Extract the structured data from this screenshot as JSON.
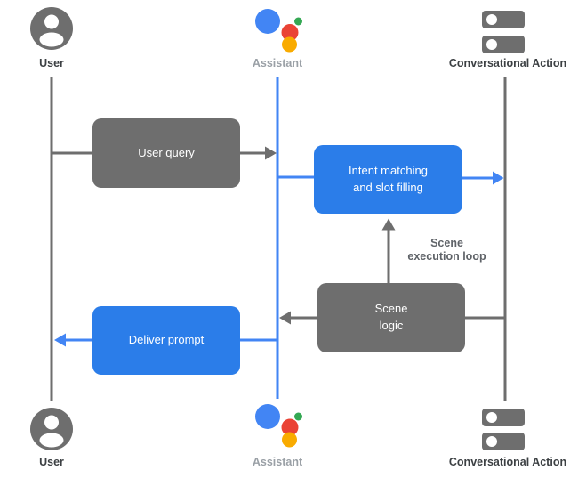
{
  "colors": {
    "box_gray": "#6e6e6e",
    "box_blue": "#2b7de9",
    "line_gray": "#6e6e6e",
    "line_blue": "#4285f4",
    "actor_label_dark": "#3c4043",
    "actor_label_muted": "#9aa0a6",
    "note_gray": "#5f6368",
    "assistant_logo": {
      "blue": "#4285f4",
      "red": "#ea4335",
      "green": "#34a853",
      "yellow": "#f9ab00"
    }
  },
  "actors": {
    "top": [
      {
        "id": "user",
        "label": "User"
      },
      {
        "id": "assistant",
        "label": "Assistant"
      },
      {
        "id": "conversational_action",
        "label": "Conversational Action"
      }
    ],
    "bottom": [
      {
        "id": "user",
        "label": "User"
      },
      {
        "id": "assistant",
        "label": "Assistant"
      },
      {
        "id": "conversational_action",
        "label": "Conversational Action"
      }
    ]
  },
  "boxes": {
    "user_query": {
      "label": "User query",
      "color": "gray"
    },
    "intent_matching": {
      "lines": [
        "Intent matching",
        "and slot filling"
      ],
      "color": "blue"
    },
    "scene_logic": {
      "lines": [
        "Scene",
        "logic"
      ],
      "color": "gray"
    },
    "deliver_prompt": {
      "label": "Deliver prompt",
      "color": "blue"
    }
  },
  "annotations": {
    "scene_execution_loop": {
      "lines": [
        "Scene",
        "execution loop"
      ]
    }
  }
}
